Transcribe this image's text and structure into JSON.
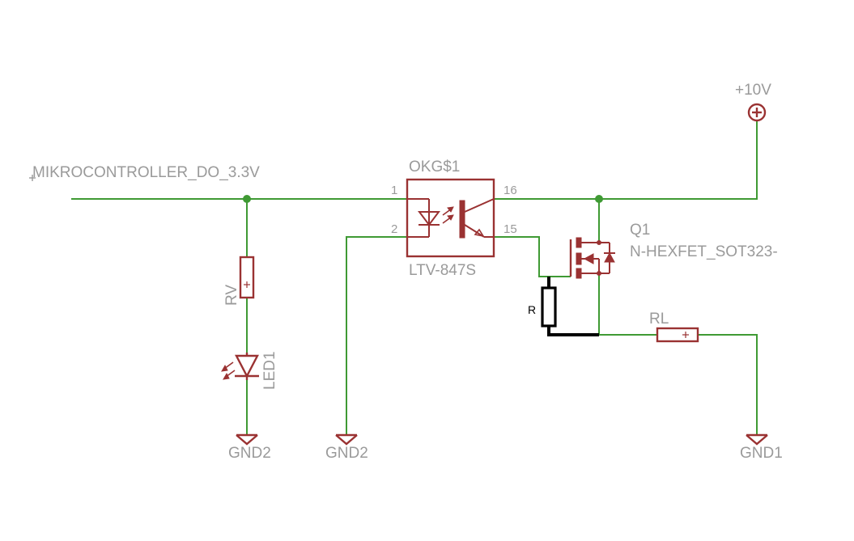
{
  "labels": {
    "net_input": "MIKROCONTROLLER_DO_3.3V",
    "supply": "+10V",
    "optocoupler_name": "OKG$1",
    "optocoupler_value": "LTV-847S",
    "transistor_name": "Q1",
    "transistor_value": "N-HEXFET_SOT323-",
    "resistor_rv": "RV",
    "led_name": "LED1",
    "resistor_r": "R",
    "resistor_rl": "RL",
    "gnd_left": "GND2",
    "gnd_middle": "GND2",
    "gnd_right": "GND1"
  },
  "pins": {
    "p1": "1",
    "p2": "2",
    "p16": "16",
    "p15": "15"
  },
  "colors": {
    "wire": "#3f9a34",
    "part": "#9a3232",
    "text": "#9a9a9a",
    "bold_wire": "#000000"
  }
}
